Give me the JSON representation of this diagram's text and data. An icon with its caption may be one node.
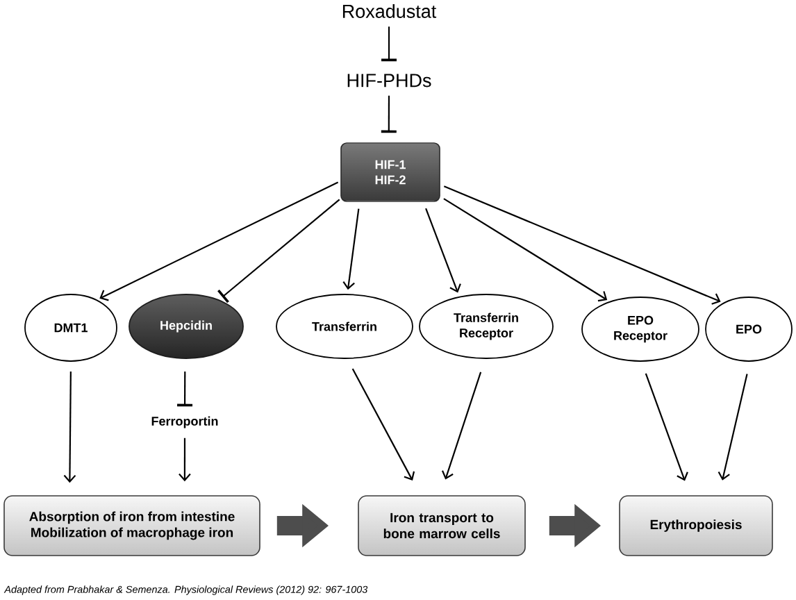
{
  "diagram": {
    "nodes": [
      {
        "text": [
          "Roxadustat"
        ]
      },
      {
        "text": [
          "HIF-PHDs"
        ]
      },
      {
        "text": [
          "HIF-1",
          "HIF-2"
        ]
      },
      {
        "text": [
          "DMT1"
        ]
      },
      {
        "text": [
          "Hepcidin"
        ]
      },
      {
        "text": [
          "Transferrin"
        ]
      },
      {
        "text": [
          "Transferrin Receptor"
        ]
      },
      {
        "text": [
          "EPO Receptor"
        ]
      },
      {
        "text": [
          "EPO"
        ]
      },
      {
        "text": [
          "Ferroportin"
        ]
      },
      {
        "text": [
          "Absorption of iron from intestine",
          "Mobilization of macrophage iron"
        ]
      },
      {
        "text": [
          "Iron transport to bone marrow cells"
        ]
      },
      {
        "text": [
          "Erythropoiesis"
        ]
      }
    ],
    "edges": [
      {
        "from": 0,
        "to": 1,
        "arrow": "other"
      },
      {
        "from": 1,
        "to": 2,
        "arrow": "other"
      },
      {
        "from": 2,
        "to": 3,
        "arrow": "to"
      },
      {
        "from": 2,
        "to": 4,
        "arrow": "other"
      },
      {
        "from": 2,
        "to": 5,
        "arrow": "to"
      },
      {
        "from": 2,
        "to": 6,
        "arrow": "to"
      },
      {
        "from": 2,
        "to": 7,
        "arrow": "to"
      },
      {
        "from": 2,
        "to": 8,
        "arrow": "to"
      },
      {
        "from": 3,
        "to": 10,
        "arrow": "to"
      },
      {
        "from": 4,
        "to": 9,
        "arrow": "other"
      },
      {
        "from": 9,
        "to": 10,
        "arrow": "to"
      },
      {
        "from": 5,
        "to": 11,
        "arrow": "to"
      },
      {
        "from": 6,
        "to": 11,
        "arrow": "to"
      },
      {
        "from": 7,
        "to": 12,
        "arrow": "to"
      },
      {
        "from": 8,
        "to": 12,
        "arrow": "to"
      },
      {
        "from": 10,
        "to": 11,
        "arrow": "to",
        "style": "thick",
        "color": "#4d4d4d"
      },
      {
        "from": 11,
        "to": 12,
        "arrow": "to",
        "style": "thick",
        "color": "#4d4d4d"
      }
    ],
    "caption": "Adapted from Prabhakar & Semenza. Physiological Reviews (2012) 92: 967-1003"
  }
}
